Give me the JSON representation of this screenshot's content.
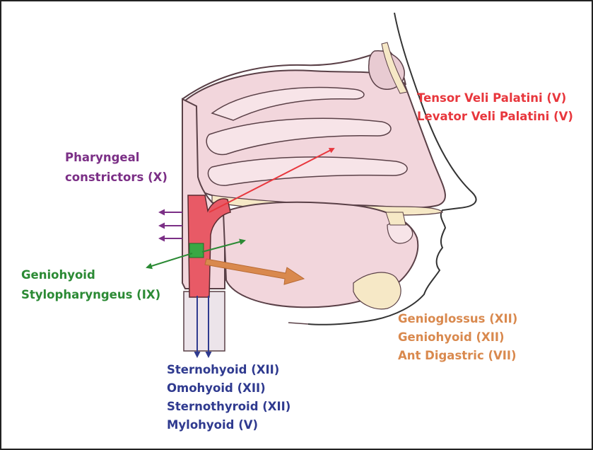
{
  "colors": {
    "red": "#e8373d",
    "purple": "#7b2f86",
    "green": "#2b8a34",
    "orange": "#d9894e",
    "blue": "#2f3a8f",
    "pink_fill": "#f2d6dc",
    "pink_edge": "#5a4047",
    "cream": "#f6e8c6",
    "vessel": "#e85a66"
  },
  "labels": {
    "red": [
      "Tensor Veli Palatini (V)",
      "Levator Veli Palatini (V)"
    ],
    "purple": [
      "Pharyngeal",
      "constrictors (X)"
    ],
    "green": [
      "Geniohyoid",
      "Stylopharyngeus (IX)"
    ],
    "orange": [
      "Genioglossus (XII)",
      "Geniohyoid (XII)",
      "Ant Digastric (VII)"
    ],
    "blue": [
      "Sternohyoid (XII)",
      "Omohyoid (XII)",
      "Sternothyroid (XII)",
      "Mylohyoid (V)"
    ]
  }
}
